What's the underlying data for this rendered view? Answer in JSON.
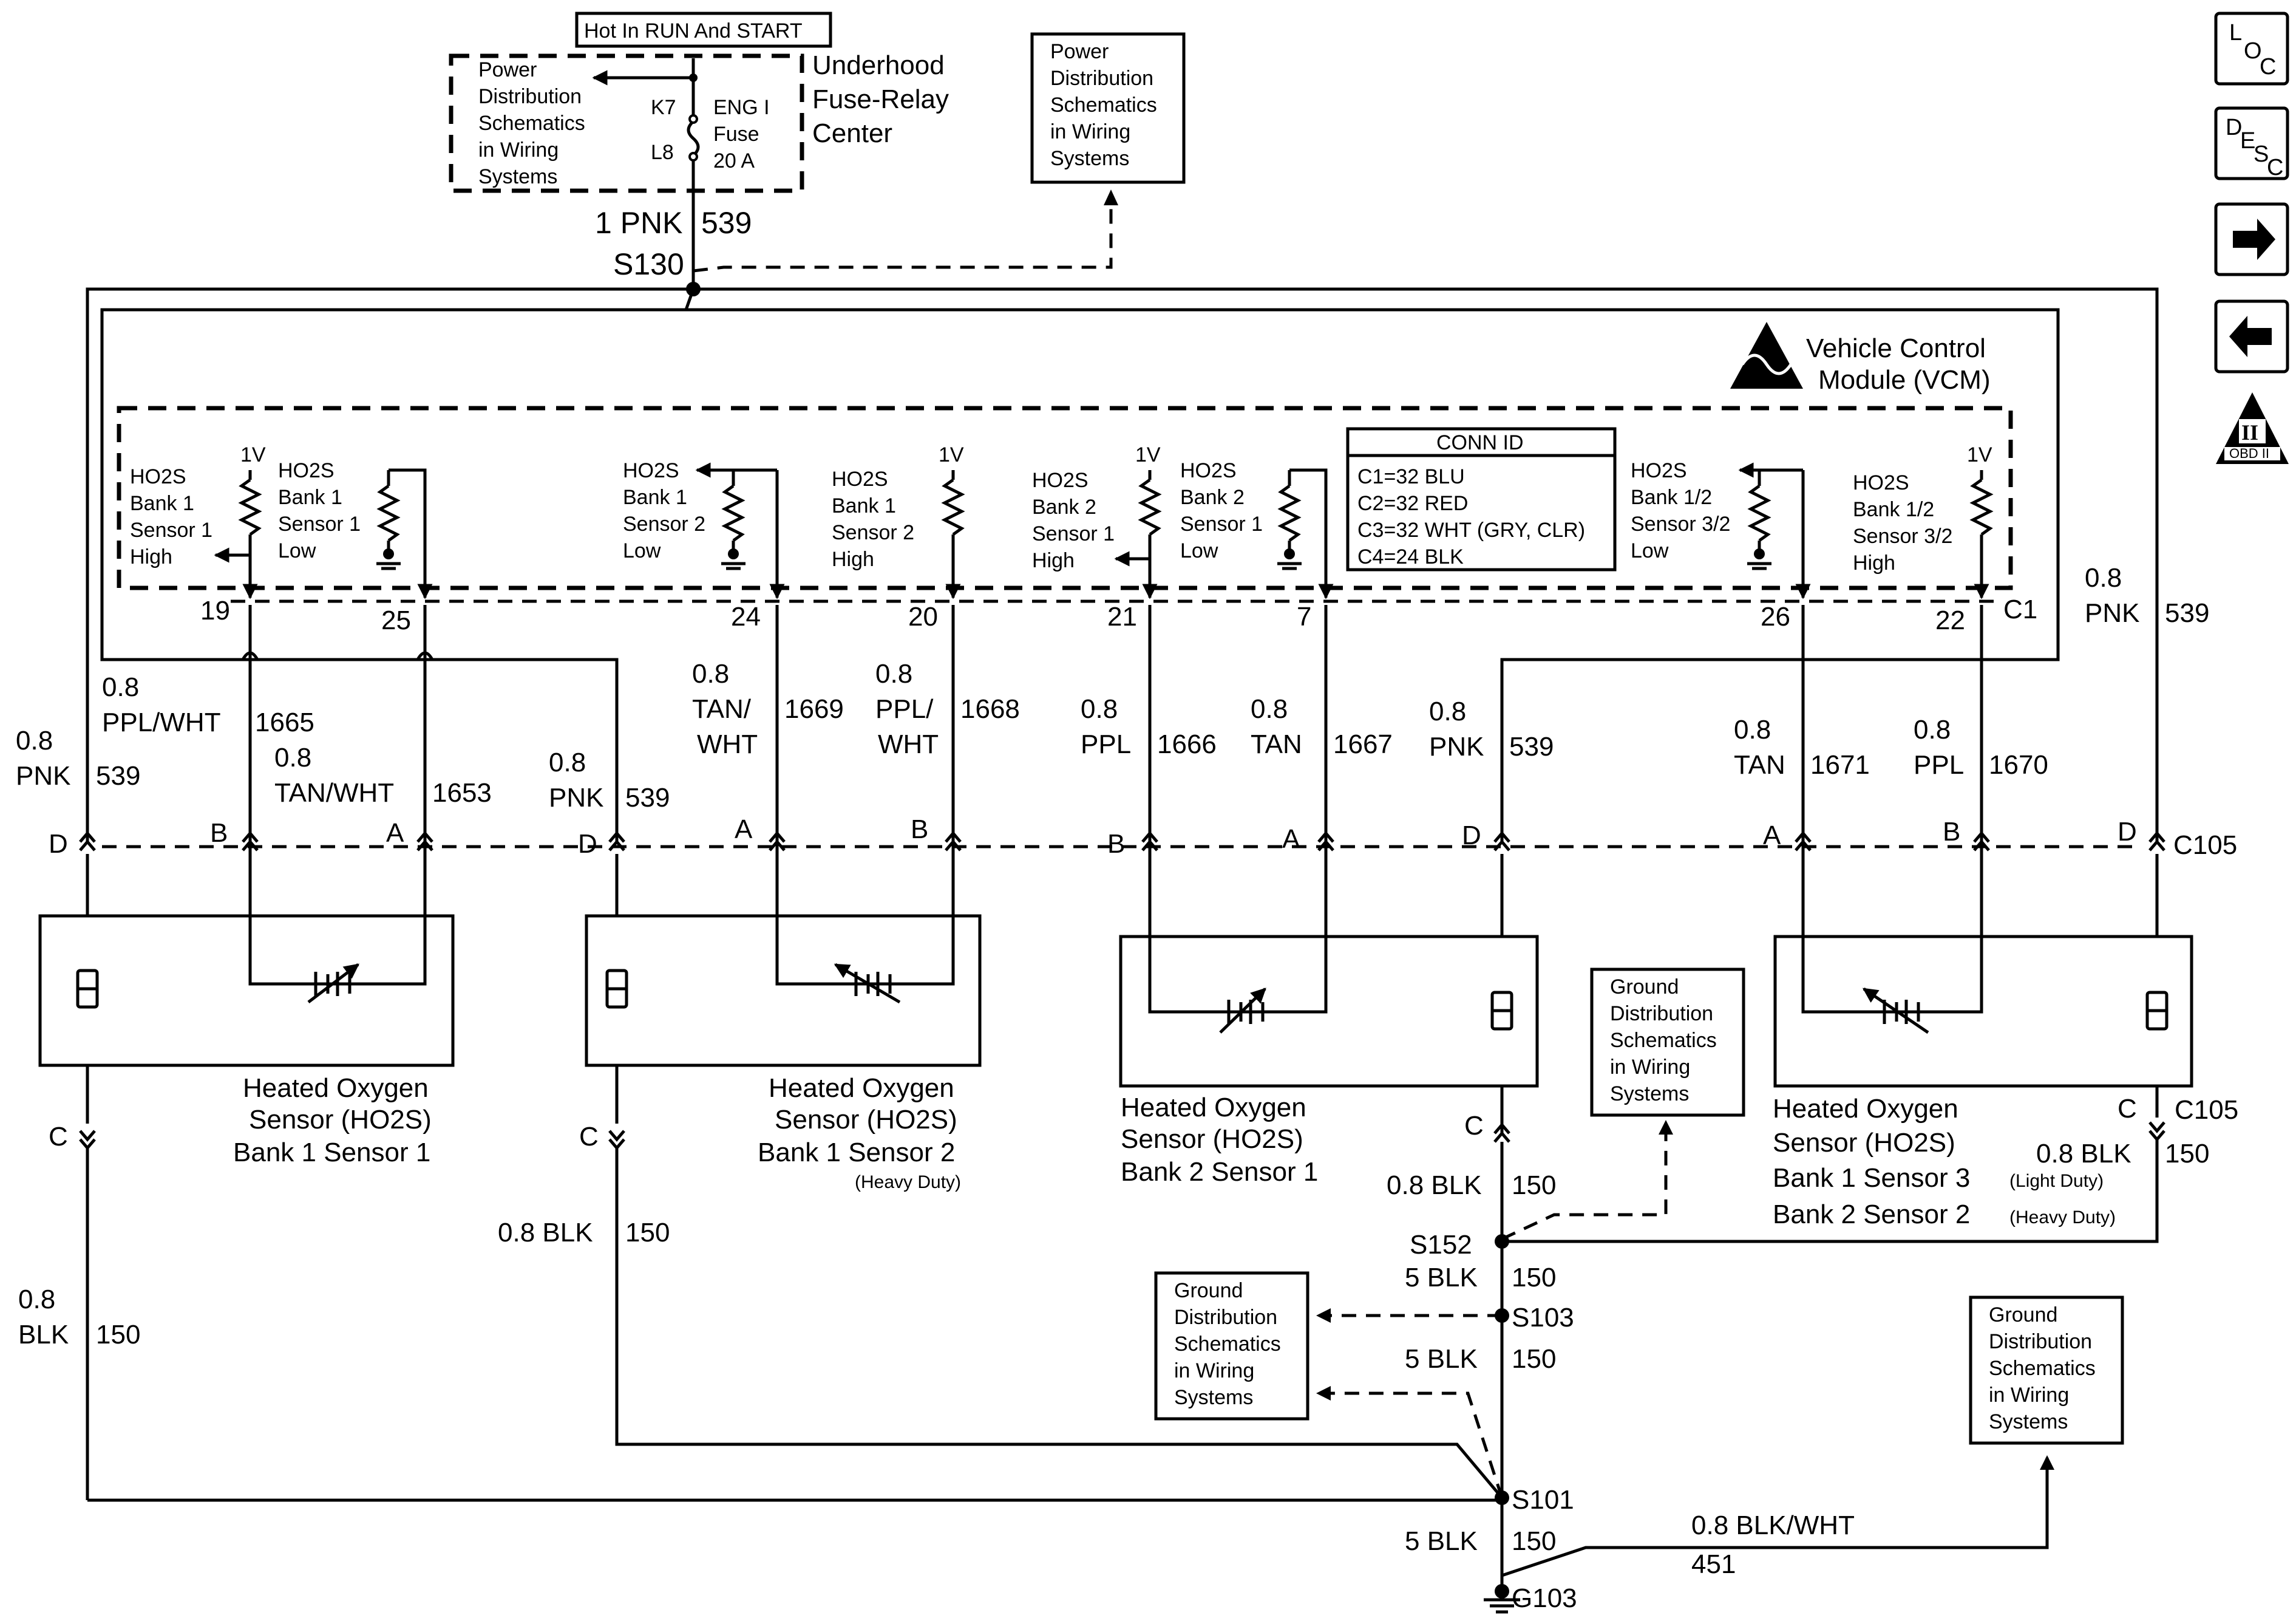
{
  "fuse_relay": {
    "hot_label": "Hot In RUN And START",
    "pd_lines": [
      "Power",
      "Distribution",
      "Schematics",
      "in Wiring",
      "Systems"
    ],
    "k7": "K7",
    "l8": "L8",
    "fuse_lines": [
      "ENG I",
      "Fuse",
      "20 A"
    ],
    "center_lines": [
      "Underhood",
      "Fuse-Relay",
      "Center"
    ]
  },
  "power_dist_top": [
    "Power",
    "Distribution",
    "Schematics",
    "in Wiring",
    "Systems"
  ],
  "feed": {
    "wire": "1 PNK",
    "circuit": "539",
    "splice": "S130"
  },
  "nav": {
    "loc_l": "L",
    "loc_o": "O",
    "loc_c": "C",
    "desc_d": "D",
    "desc_e": "E",
    "desc_s": "S",
    "desc_c": "C",
    "right_arrow": "➡",
    "left_arrow": "⬅",
    "obd_roman": "II",
    "obd_text": "OBD II"
  },
  "vcm": {
    "title_line1": "Vehicle Control",
    "title_line2": "Module (VCM)"
  },
  "conn_id": {
    "title": "CONN ID",
    "lines": [
      "C1=32 BLU",
      "C2=32 RED",
      "C3=32 WHT (GRY, CLR)",
      "C4=24 BLK"
    ]
  },
  "vcm_inputs": [
    {
      "lines": [
        "HO2S",
        "Bank 1",
        "Sensor 1",
        "High"
      ],
      "v": "1V"
    },
    {
      "lines": [
        "HO2S",
        "Bank 1",
        "Sensor 1",
        "Low"
      ]
    },
    {
      "lines": [
        "HO2S",
        "Bank 1",
        "Sensor 2",
        "Low"
      ]
    },
    {
      "lines": [
        "HO2S",
        "Bank 1",
        "Sensor 2",
        "High"
      ],
      "v": "1V"
    },
    {
      "lines": [
        "HO2S",
        "Bank 2",
        "Sensor 1",
        "High"
      ],
      "v": "1V"
    },
    {
      "lines": [
        "HO2S",
        "Bank 2",
        "Sensor 1",
        "Low"
      ]
    },
    {
      "lines": [
        "HO2S",
        "Bank 1/2",
        "Sensor 3/2",
        "Low"
      ]
    },
    {
      "lines": [
        "HO2S",
        "Bank 1/2",
        "Sensor 3/2",
        "High"
      ],
      "v": "1V"
    }
  ],
  "pins": [
    "19",
    "25",
    "24",
    "20",
    "21",
    "7",
    "26",
    "22"
  ],
  "connector_c1": "C1",
  "wires": {
    "w1665": {
      "size": "0.8",
      "color": "PPL/WHT",
      "circuit": "1665"
    },
    "w1653": {
      "size": "0.8",
      "color": "TAN/WHT",
      "circuit": "1653"
    },
    "w539_a": {
      "size": "0.8",
      "color": "PNK",
      "circuit": "539"
    },
    "w539_b": {
      "size": "0.8",
      "color": "PNK",
      "circuit": "539"
    },
    "w1669": {
      "size": "0.8",
      "color1": "TAN/",
      "color2": "WHT",
      "circuit": "1669"
    },
    "w1668": {
      "size": "0.8",
      "color1": "PPL/",
      "color2": "WHT",
      "circuit": "1668"
    },
    "w1666": {
      "size": "0.8",
      "color": "PPL",
      "circuit": "1666"
    },
    "w1667": {
      "size": "0.8",
      "color": "TAN",
      "circuit": "1667"
    },
    "w539_c": {
      "size": "0.8",
      "color": "PNK",
      "circuit": "539"
    },
    "w1671": {
      "size": "0.8",
      "color": "TAN",
      "circuit": "1671"
    },
    "w1670": {
      "size": "0.8",
      "color": "PPL",
      "circuit": "1670"
    },
    "w539_d": {
      "size": "0.8",
      "color": "PNK",
      "circuit": "539"
    }
  },
  "c105_pins": {
    "D": "D",
    "B": "B",
    "A": "A",
    "C": "C",
    "name": "C105"
  },
  "sensors": [
    {
      "lines": [
        "Heated Oxygen",
        "Sensor (HO2S)",
        "Bank 1 Sensor 1"
      ]
    },
    {
      "lines": [
        "Heated Oxygen",
        "Sensor (HO2S)",
        "Bank 1 Sensor 2"
      ],
      "note": "(Heavy Duty)"
    },
    {
      "lines": [
        "Heated Oxygen",
        "Sensor (HO2S)",
        "Bank 2 Sensor 1"
      ]
    },
    {
      "lines": [
        "Heated Oxygen",
        "Sensor (HO2S)",
        "Bank 1 Sensor 3",
        "Bank 2 Sensor 2"
      ],
      "note3": "(Light Duty)",
      "note4": "(Heavy Duty)"
    }
  ],
  "ground_wires": {
    "g1": {
      "size": "0.8",
      "color": "BLK",
      "circuit": "150"
    },
    "g2": {
      "wire": "0.8 BLK",
      "circuit": "150"
    },
    "g3": {
      "wire": "0.8 BLK",
      "circuit": "150"
    },
    "g4": {
      "wire": "0.8 BLK",
      "circuit": "150"
    },
    "s152_out": {
      "wire": "5 BLK",
      "circuit": "150"
    },
    "s103_out": {
      "wire": "5 BLK",
      "circuit": "150"
    },
    "s101_out": {
      "wire": "5 BLK",
      "circuit": "150"
    },
    "blkwht": {
      "wire": "0.8 BLK/WHT",
      "circuit": "451"
    }
  },
  "splices": {
    "s152": "S152",
    "s103": "S103",
    "s101": "S101",
    "g103": "G103"
  },
  "ground_dist": [
    "Ground",
    "Distribution",
    "Schematics",
    "in Wiring",
    "Systems"
  ]
}
